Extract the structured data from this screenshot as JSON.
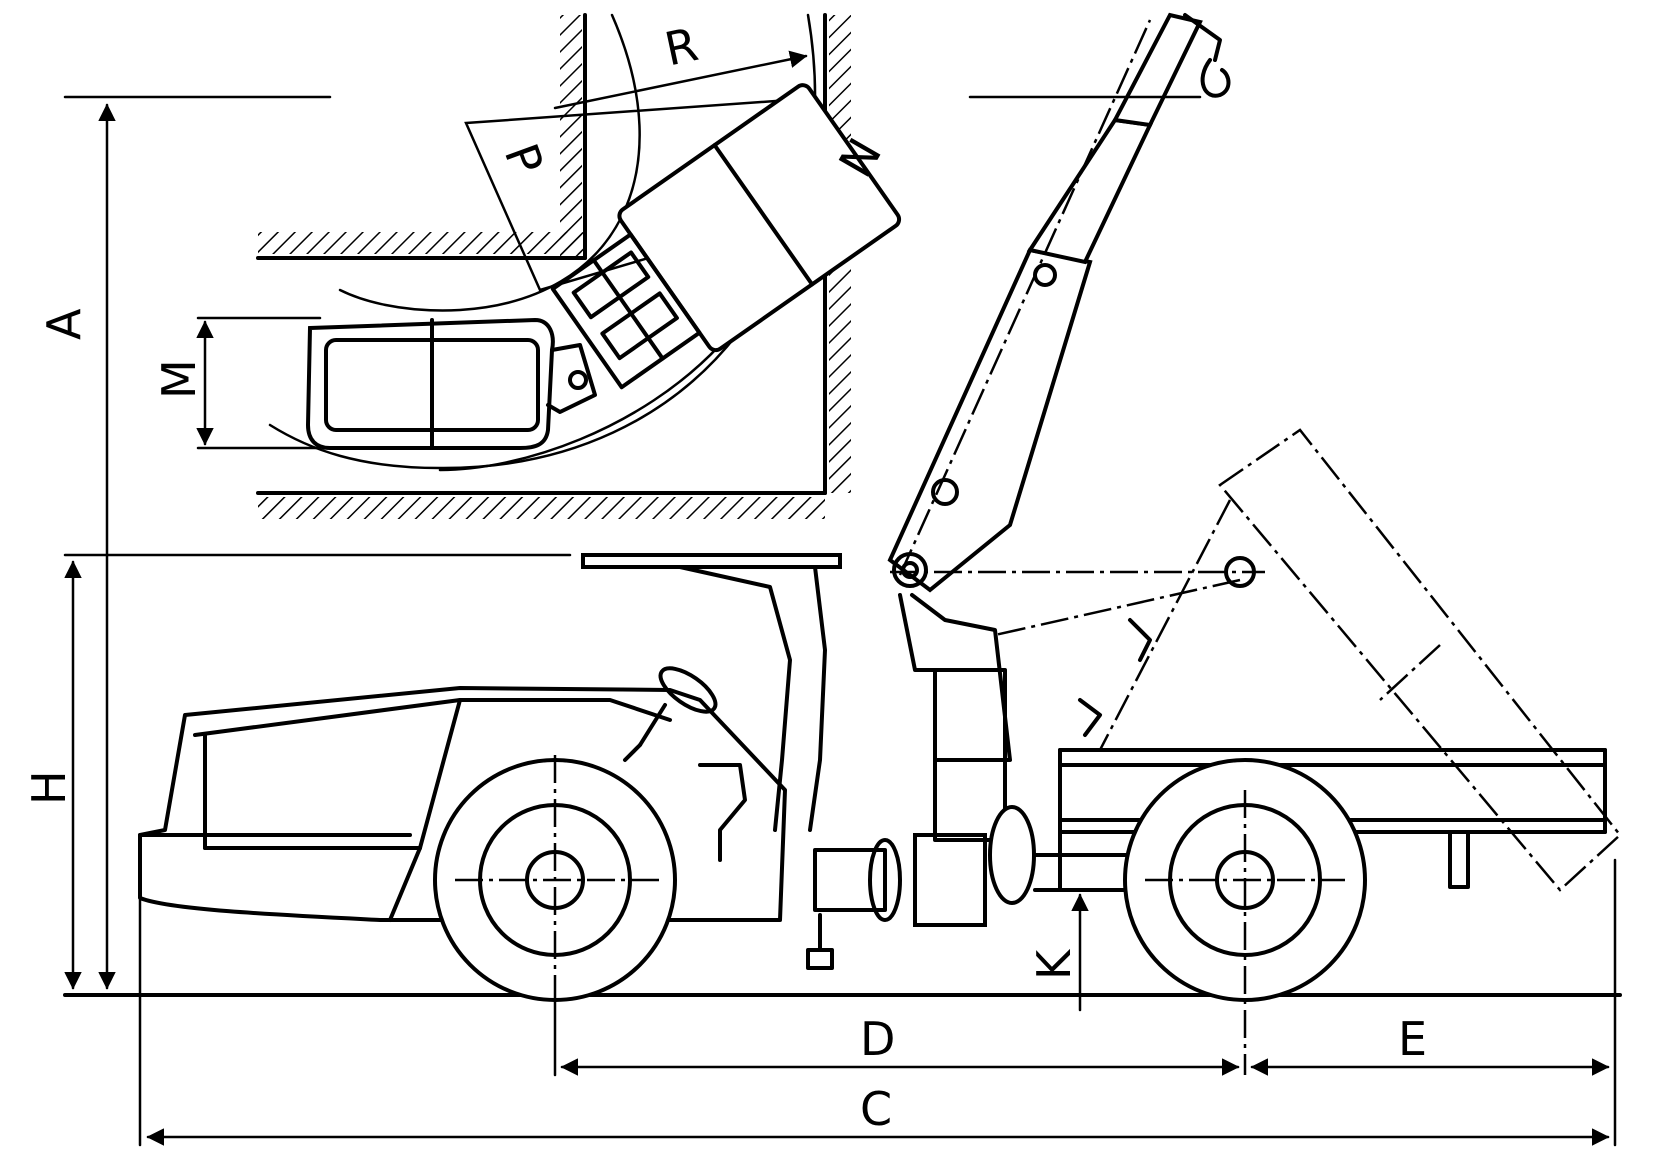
{
  "colors": {
    "ink": "#000000",
    "paper": "#ffffff"
  },
  "labels": {
    "A": "A",
    "H": "H",
    "M": "M",
    "R": "R",
    "P": "P",
    "N": "N",
    "K": "K",
    "D": "D",
    "E": "E",
    "C": "C"
  }
}
